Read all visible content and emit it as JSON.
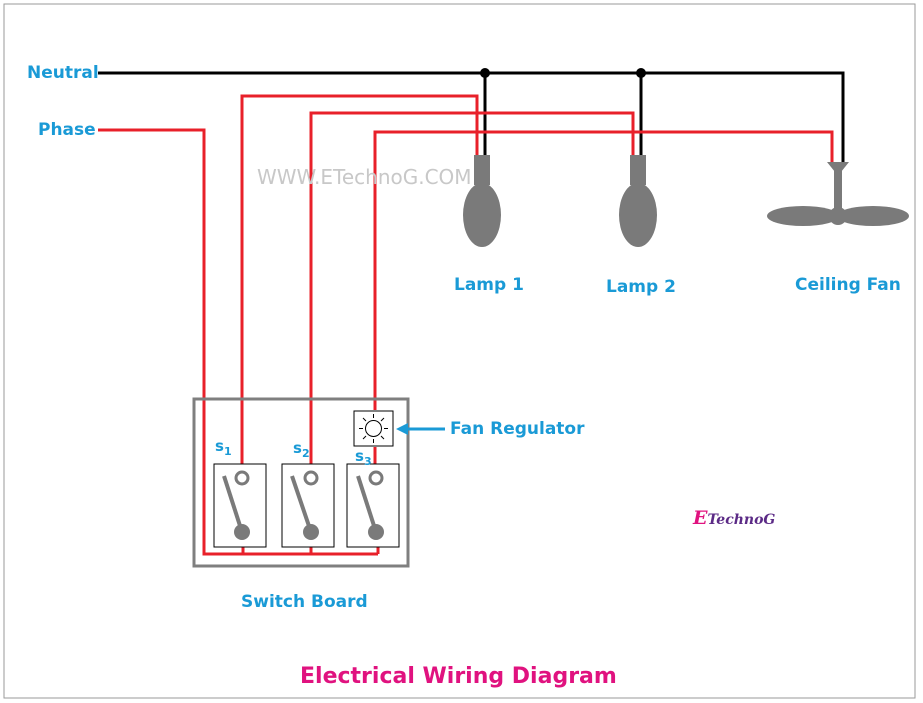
{
  "labels": {
    "neutral": "Neutral",
    "phase": "Phase",
    "watermark": "WWW.ETechnoG.COM",
    "lamp1": "Lamp 1",
    "lamp2": "Lamp 2",
    "ceiling_fan": "Ceiling Fan",
    "fan_regulator": "Fan Regulator",
    "switch_board": "Switch Board",
    "title": "Electrical Wiring Diagram"
  },
  "switches": [
    {
      "letter": "s",
      "sub": "1"
    },
    {
      "letter": "s",
      "sub": "2"
    },
    {
      "letter": "s",
      "sub": "3"
    }
  ],
  "logo": {
    "e": "E",
    "rest": "TechnoG"
  },
  "colors": {
    "phase_wire": "#e8202a",
    "neutral_wire": "#000000",
    "label_blue": "#1a9ad6",
    "title_pink": "#e0127f",
    "device_grey": "#7a7a7a"
  }
}
